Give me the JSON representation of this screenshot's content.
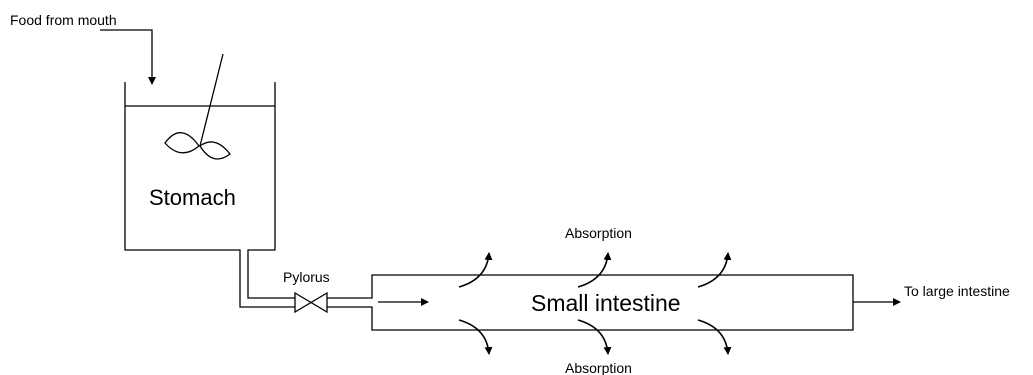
{
  "diagram": {
    "labels": {
      "food_input": "Food from mouth",
      "stomach": "Stomach",
      "pylorus": "Pylorus",
      "small_intestine": "Small intestine",
      "absorption_top": "Absorption",
      "absorption_bottom": "Absorption",
      "large_intestine_output": "To large intestine"
    }
  }
}
